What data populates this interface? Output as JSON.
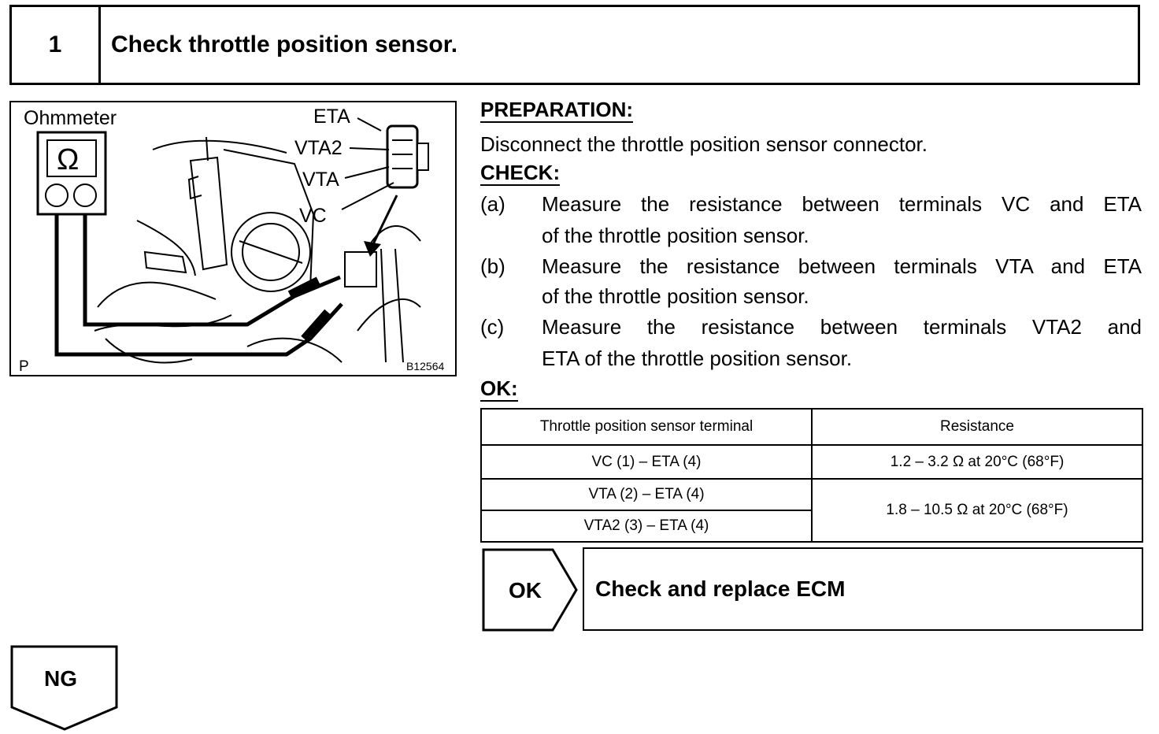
{
  "step": {
    "number": "1",
    "title": "Check throttle position sensor."
  },
  "illustration": {
    "ohmmeter_label": "Ohmmeter",
    "omega_symbol": "Ω",
    "terminal_labels": {
      "eta": "ETA",
      "vta2": "VTA2",
      "vta": "VTA",
      "vc": "VC"
    },
    "corner_label": "P",
    "figure_code": "B12564"
  },
  "preparation": {
    "heading": "PREPARATION:",
    "text": "Disconnect the throttle position sensor connector."
  },
  "check": {
    "heading": "CHECK:",
    "items": [
      {
        "letter": "(a)",
        "line1": "Measure the resistance between terminals VC and ETA",
        "line2": "of the throttle position sensor."
      },
      {
        "letter": "(b)",
        "line1": "Measure the resistance between terminals VTA and ETA",
        "line2": "of the throttle position sensor."
      },
      {
        "letter": "(c)",
        "line1": "Measure the resistance between terminals VTA2 and",
        "line2": "ETA of the throttle position sensor."
      }
    ]
  },
  "ok_spec": {
    "heading": "OK:",
    "table": {
      "headers": [
        "Throttle position sensor terminal",
        "Resistance"
      ],
      "rows": [
        {
          "terminal": "VC (1) – ETA (4)",
          "resistance": "1.2 – 3.2 Ω at 20°C (68°F)"
        },
        {
          "terminal": "VTA (2) – ETA (4)",
          "resistance": "1.8 – 10.5 Ω at 20°C (68°F)"
        },
        {
          "terminal": "VTA2 (3) – ETA (4)",
          "resistance": ""
        }
      ]
    }
  },
  "results": {
    "ok_label": "OK",
    "ok_action": "Check and replace ECM",
    "ng_label": "NG"
  }
}
